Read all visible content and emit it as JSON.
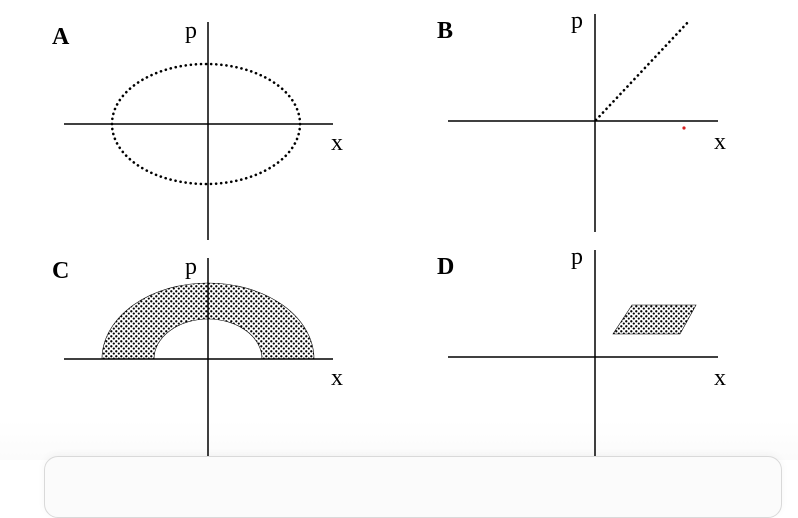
{
  "panels": [
    {
      "id": "A",
      "label": "A",
      "p_label": "p",
      "x_label": "x",
      "shape": "dotted-ellipse"
    },
    {
      "id": "B",
      "label": "B",
      "p_label": "p",
      "x_label": "x",
      "shape": "dotted-ray"
    },
    {
      "id": "C",
      "label": "C",
      "p_label": "p",
      "x_label": "x",
      "shape": "stippled-half-annulus"
    },
    {
      "id": "D",
      "label": "D",
      "p_label": "p",
      "x_label": "x",
      "shape": "stippled-parallelogram"
    }
  ],
  "colors": {
    "ink": "#000000",
    "marker": "#d62020",
    "bar_border": "#d9d9d9",
    "bar_bg": "#fbfbfb"
  }
}
